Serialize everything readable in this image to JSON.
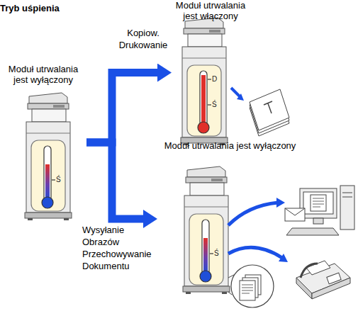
{
  "diagram": {
    "title": "Tryb uśpienia",
    "nodes": [
      {
        "text": [
          "Moduł utrwalania jest wyłączony"
        ]
      },
      {
        "text": [
          "Moduł utrwalania jest włączony"
        ]
      },
      {
        "text": [
          "Moduł utrwalania jest wyłączony"
        ]
      }
    ],
    "edges": [
      {
        "from": 0,
        "to": 1,
        "label": "Kopiow. Drukowanie",
        "arrow": "to"
      },
      {
        "from": 0,
        "to": 2,
        "label": "Wysyłanie Obrazów Przechowywanie Dokumentu",
        "arrow": "to"
      }
    ],
    "labels": [
      "Ś",
      "D",
      "Ś",
      "Ś"
    ]
  }
}
